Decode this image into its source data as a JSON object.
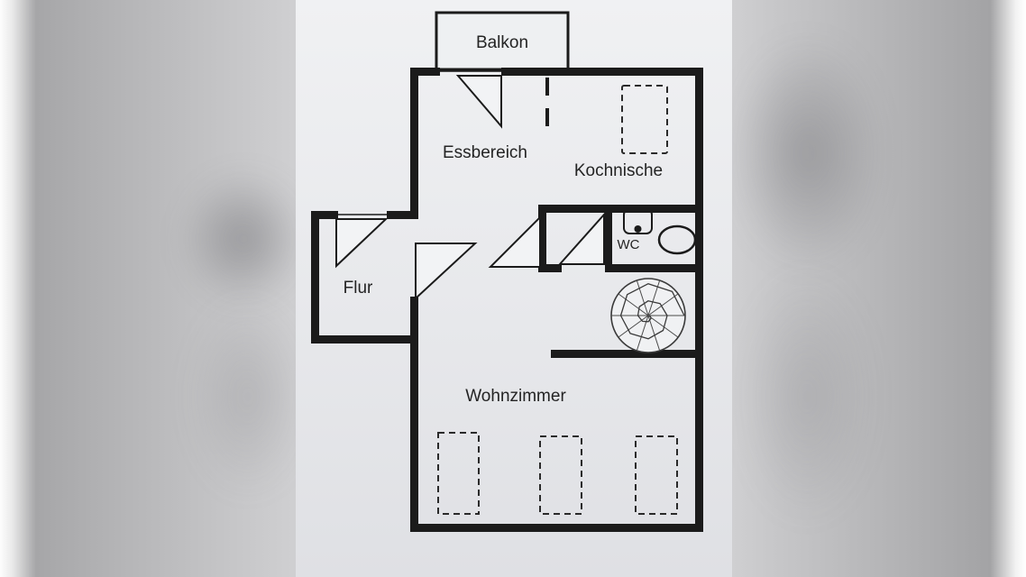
{
  "rooms": {
    "balkon": "Balkon",
    "essbereich": "Essbereich",
    "kochnische": "Kochnische",
    "flur": "Flur",
    "wc": "WC",
    "wohnzimmer": "Wohnzimmer"
  },
  "colors": {
    "wall": "#1b1b1b",
    "paper": "#eceef0",
    "ink": "#242424"
  }
}
